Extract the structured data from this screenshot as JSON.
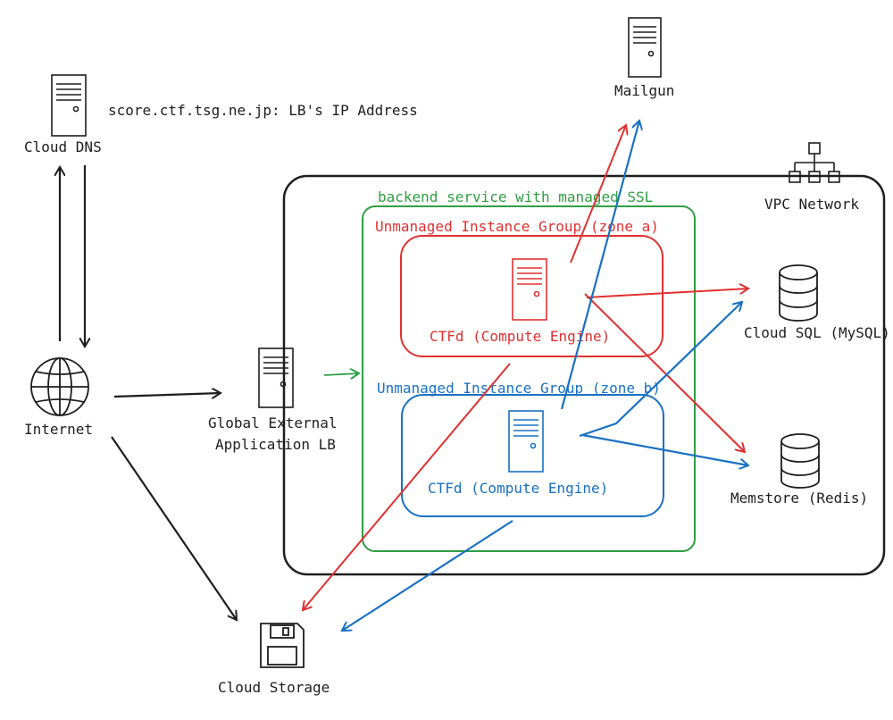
{
  "colors": {
    "ink": "#1e1e1e",
    "red": "#e03131",
    "blue": "#1971c2",
    "green": "#2f9e44",
    "background": "#ffffff"
  },
  "nodes": {
    "cloud_dns": {
      "label": "Cloud DNS",
      "icon": "server-icon"
    },
    "dns_note": {
      "label": "score.ctf.tsg.ne.jp: LB's IP Address"
    },
    "internet": {
      "label": "Internet",
      "icon": "globe-icon"
    },
    "lb": {
      "label_line1": "Global External",
      "label_line2": "Application LB",
      "icon": "server-icon"
    },
    "mailgun": {
      "label": "Mailgun",
      "icon": "server-icon"
    },
    "vpc": {
      "label": "VPC Network",
      "icon": "network-icon"
    },
    "backend": {
      "label": "backend service with managed SSL"
    },
    "group_a": {
      "label": "Unmanaged Instance Group (zone a)"
    },
    "group_b": {
      "label": "Unmanaged Instance Group (zone b)"
    },
    "ctfd_a": {
      "label": "CTFd (Compute Engine)",
      "icon": "server-icon"
    },
    "ctfd_b": {
      "label": "CTFd (Compute Engine)",
      "icon": "server-icon"
    },
    "cloud_sql": {
      "label": "Cloud SQL (MySQL)",
      "icon": "database-icon"
    },
    "memstore": {
      "label": "Memstore (Redis)",
      "icon": "database-icon"
    },
    "cloud_storage": {
      "label": "Cloud Storage",
      "icon": "floppy-disk-icon"
    }
  }
}
